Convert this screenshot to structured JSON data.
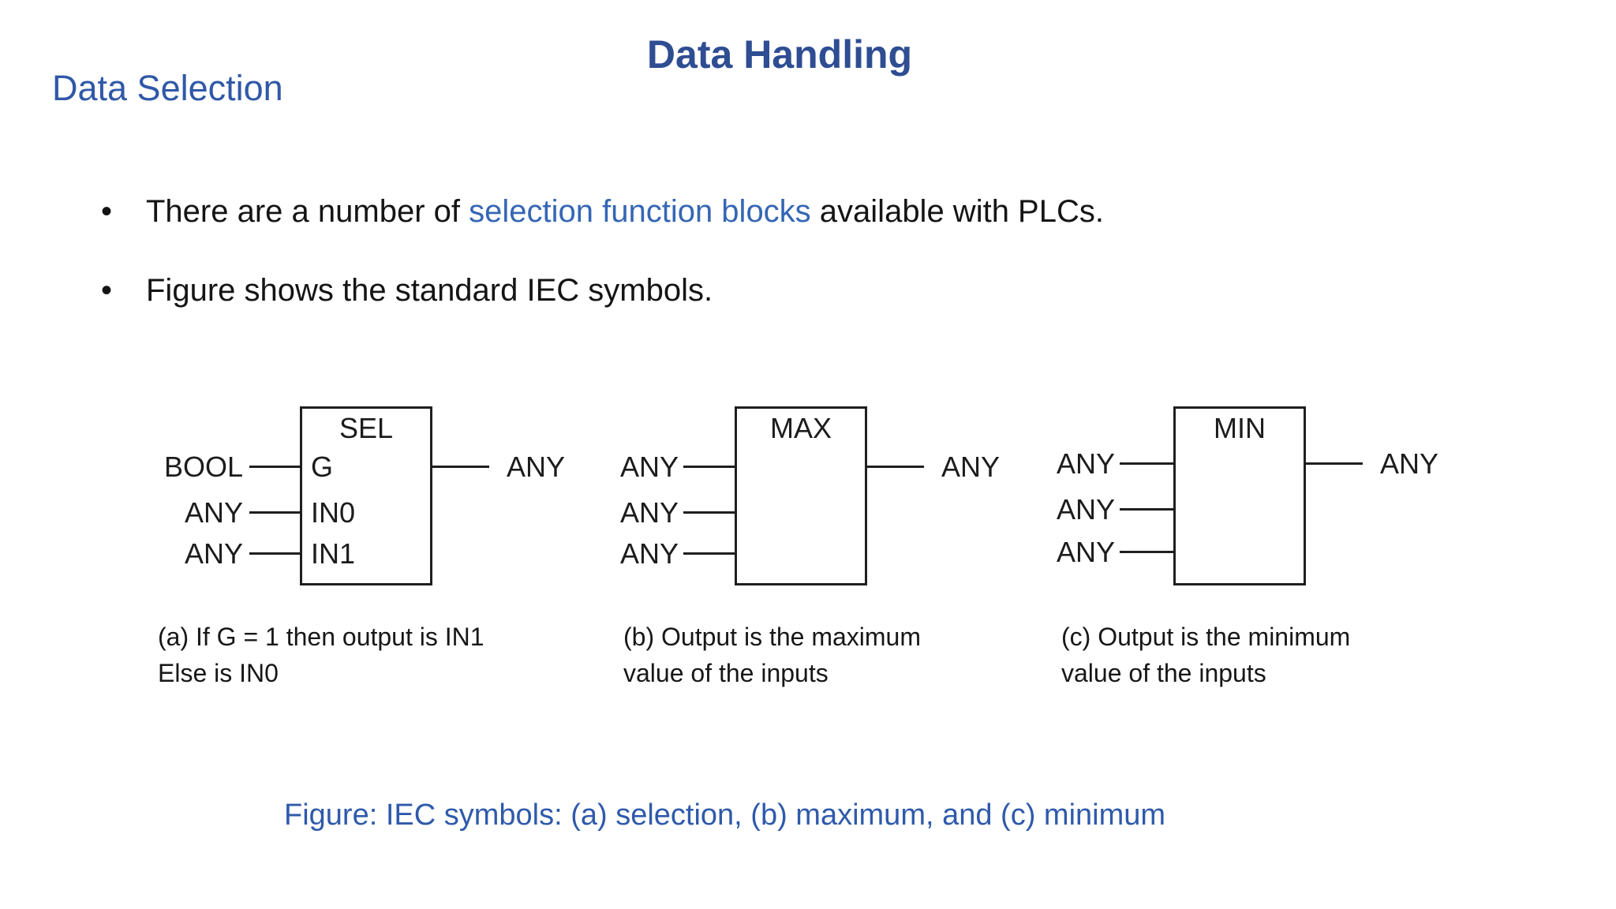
{
  "slide": {
    "title": "Data Handling",
    "section_heading": "Data Selection",
    "bullets": [
      {
        "marker": "•",
        "pre": "There are a number of ",
        "highlight": "selection function blocks",
        "post": " available with PLCs."
      },
      {
        "marker": "•",
        "text": "Figure shows the standard IEC symbols."
      }
    ],
    "figure_caption": "Figure: IEC symbols: (a) selection, (b) maximum, and (c) minimum"
  },
  "diagram": {
    "blocks": [
      {
        "label": "SEL",
        "inputs": [
          {
            "type": "BOOL",
            "pin": "G"
          },
          {
            "type": "ANY",
            "pin": "IN0"
          },
          {
            "type": "ANY",
            "pin": "IN1"
          }
        ],
        "output_type": "ANY",
        "caption": [
          "(a) If G = 1 then output is IN1",
          "Else is IN0"
        ]
      },
      {
        "label": "MAX",
        "inputs": [
          {
            "type": "ANY"
          },
          {
            "type": "ANY"
          },
          {
            "type": "ANY"
          }
        ],
        "output_type": "ANY",
        "caption": [
          "(b) Output is the maximum",
          "value of the inputs"
        ]
      },
      {
        "label": "MIN",
        "inputs": [
          {
            "type": "ANY"
          },
          {
            "type": "ANY"
          },
          {
            "type": "ANY"
          }
        ],
        "output_type": "ANY",
        "caption": [
          "(c) Output is the minimum",
          "value of the inputs"
        ]
      }
    ]
  },
  "colors": {
    "title_blue": "#2e4d92",
    "heading_blue": "#3058a8",
    "highlight_blue": "#3566b5",
    "caption_blue": "#2f5aab",
    "ink": "#1c1c1c",
    "background": "#ffffff"
  }
}
